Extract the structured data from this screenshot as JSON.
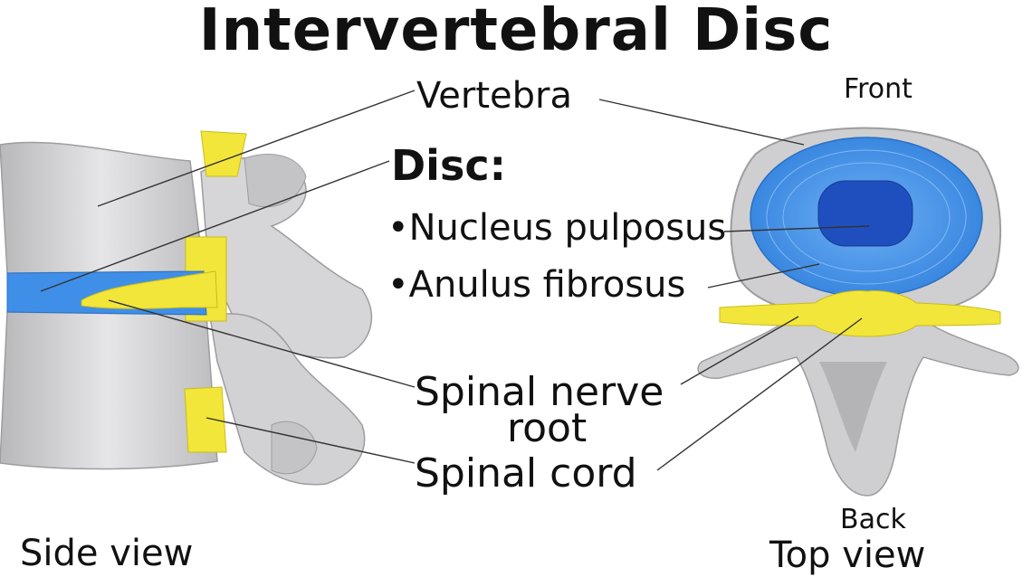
{
  "title": "Intervertebral Disc",
  "labels": {
    "vertebra": "Vertebra",
    "disc_heading": "Disc:",
    "nucleus": "•Nucleus pulposus",
    "anulus": "•Anulus fibrosus",
    "spinal_nerve_line1": "Spinal nerve",
    "spinal_nerve_line2": "root",
    "spinal_cord": "Spinal cord",
    "front": "Front",
    "back": "Back",
    "side_view": "Side view",
    "top_view": "Top view"
  },
  "colors": {
    "bone": "#cfcfd1",
    "bone_dark": "#9d9da0",
    "disc_anulus": "#3f8fe8",
    "disc_nucleus": "#1f4fbf",
    "nerve": "#f3e63a",
    "leader_line": "#333333",
    "text": "#111111"
  }
}
